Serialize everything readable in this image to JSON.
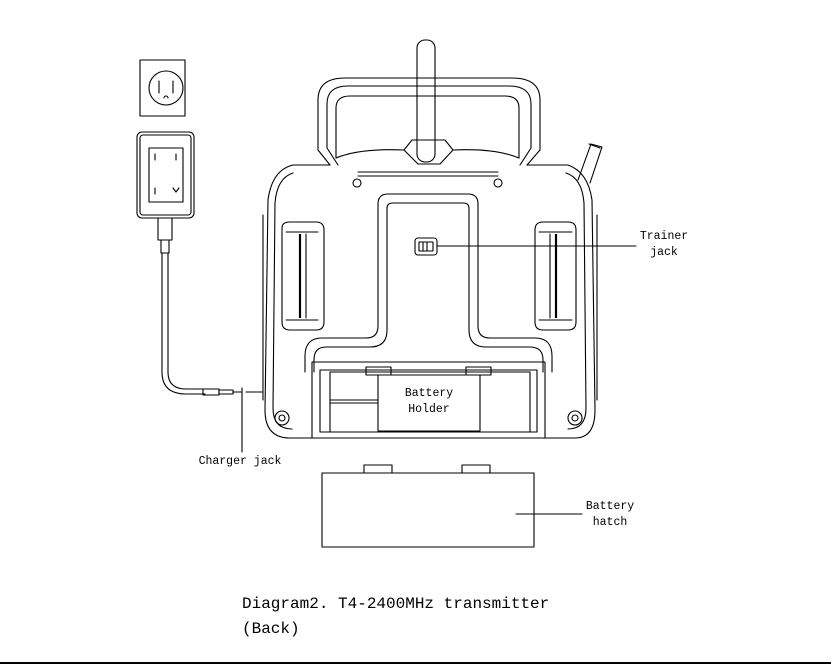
{
  "labels": {
    "trainer_jack": [
      "Trainer",
      "jack"
    ],
    "battery_holder": [
      "Battery",
      "Holder"
    ],
    "charger_jack": "Charger jack",
    "battery_hatch": [
      "Battery",
      "hatch"
    ]
  },
  "caption": {
    "line1": "Diagram2. T4-2400MHz transmitter",
    "line2": "(Back)"
  }
}
